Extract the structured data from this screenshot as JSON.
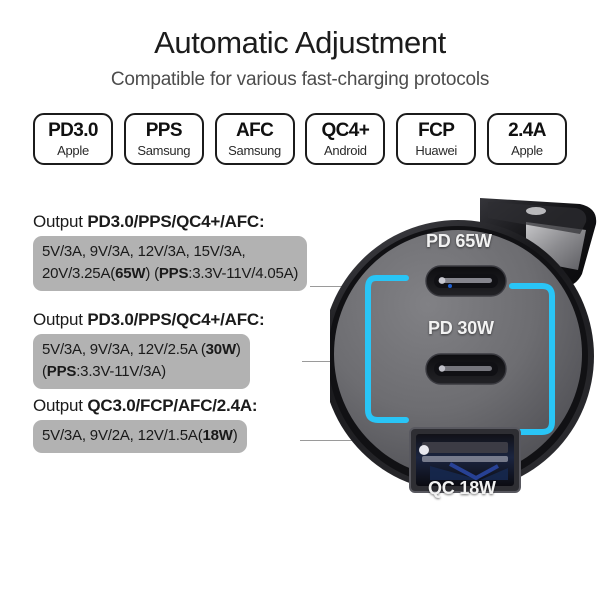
{
  "header": {
    "title": "Automatic Adjustment",
    "subtitle": "Compatible for various fast-charging protocols"
  },
  "badges": [
    {
      "name": "PD3.0",
      "brand": "Apple"
    },
    {
      "name": "PPS",
      "brand": "Samsung"
    },
    {
      "name": "AFC",
      "brand": "Samsung"
    },
    {
      "name": "QC4+",
      "brand": "Android"
    },
    {
      "name": "FCP",
      "brand": "Huawei"
    },
    {
      "name": "2.4A",
      "brand": "Apple"
    }
  ],
  "specs": [
    {
      "heading_prefix": "Output ",
      "heading_protocols": "PD3.0/PPS/QC4+/AFC:",
      "line1": "5V/3A, 9V/3A, 12V/3A, 15V/3A,",
      "line2_a": "20V/3.25A(",
      "line2_power": "65W",
      "line2_b": ") (",
      "line2_pps_label": "PPS",
      "line2_c": ":3.3V-11V/4.05A)"
    },
    {
      "heading_prefix": "Output ",
      "heading_protocols": "PD3.0/PPS/QC4+/AFC:",
      "line1_a": "5V/3A, 9V/3A, 12V/2.5A (",
      "line1_power": "30W",
      "line1_b": ")",
      "line2_a": "(",
      "line2_pps_label": "PPS",
      "line2_b": ":3.3V-11V/3A)"
    },
    {
      "heading_prefix": "Output ",
      "heading_protocols": "QC3.0/FCP/AFC/2.4A:",
      "line1_a": "5V/3A, 9V/2A, 12V/1.5A(",
      "line1_power": "18W",
      "line1_b": ")"
    }
  ],
  "product": {
    "port_labels": {
      "usb_c_top": "PD 65W",
      "usb_c_bottom": "PD 30W",
      "usb_a": "QC 18W"
    },
    "colors": {
      "led_accent": "#29c5f6",
      "face_gray": "#6e6e70",
      "body_black": "#1a1a1c",
      "spec_box_gray": "#b2b2b2"
    }
  }
}
